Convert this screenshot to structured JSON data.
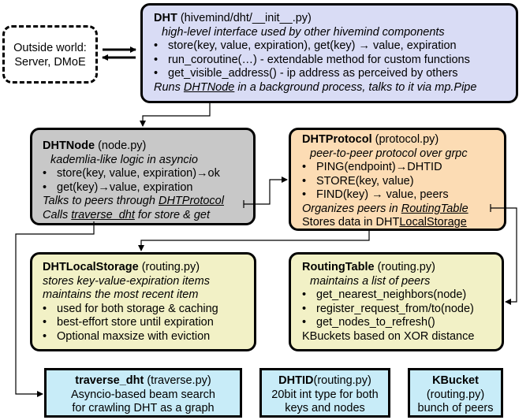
{
  "outside": {
    "line1": "Outside world:",
    "line2": "Server, DMoE"
  },
  "dht": {
    "title": "DHT",
    "file": " (hivemind/dht/__init__.py)",
    "desc": "high-level interface used by other hivemind components",
    "bullets": [
      "store(key, value, expiration), get(key) → value, expiration",
      "run_coroutine(…) - extendable method for custom functions",
      "get_visible_address() - ip address as perceived by others"
    ],
    "foot_pre": "Runs ",
    "foot_link": "DHTNode",
    "foot_post": " in a background process, talks to it via mp.Pipe"
  },
  "dhtnode": {
    "title": "DHTNode",
    "file": " (node.py)",
    "desc": "kademlia-like logic in asyncio",
    "bullets": [
      "store(key, value, expiration)→ok",
      "get(key)→value, expiration"
    ],
    "l1_pre": "Talks to peers through ",
    "l1_link": "DHTProtocol",
    "l2_pre": "Calls ",
    "l2_link": "traverse_dht",
    "l2_post": " for store & get"
  },
  "dhtprotocol": {
    "title": "DHTProtocol",
    "file": " (protocol.py)",
    "desc": "peer-to-peer protocol over grpc",
    "bullets": [
      "PING(endpoint)→DHTID",
      "STORE(key, value)",
      "FIND(key) → value, peers"
    ],
    "l1_pre": "Organizes peers in ",
    "l1_link": "RoutingTable",
    "l2_pre": "Stores data in DHT",
    "l2_link": "LocalStorage"
  },
  "localstorage": {
    "title": "DHTLocalStorage",
    "file": " (routing.py)",
    "desc1": "stores key-value-expiration items",
    "desc2": "maintains the most recent item",
    "bullets": [
      "used for both storage & caching",
      "best-effort store until expiration",
      "Optional maxsize with eviction"
    ]
  },
  "routingtable": {
    "title": "RoutingTable",
    "file": " (routing.py)",
    "desc": "maintains a list of peers",
    "bullets": [
      "get_nearest_neighbors(node)",
      "register_request_from/to(node)",
      "get_nodes_to_refresh()"
    ],
    "foot": "KBuckets based on XOR distance"
  },
  "traverse": {
    "title": "traverse_dht",
    "file": " (traverse.py)",
    "l1": "Asyncio-based beam search",
    "l2": "for crawling DHT as a graph"
  },
  "dhtid": {
    "title": "DHTID",
    "file": "(routing.py)",
    "l1": "20bit int type for both",
    "l2": "keys and nodes"
  },
  "kbucket": {
    "title": "KBucket",
    "l1": "(routing.py)",
    "l2": "bunch of peers"
  },
  "bullet_glyph": "•",
  "colors": {
    "dht_fill": "#d9dcf5",
    "dhtnode_fill": "#c8c8c8",
    "protocol_fill": "#fcdcb4",
    "storage_fill": "#f2f1c6",
    "leaf_fill": "#c8ecf8",
    "outside_fill": "#ffffff"
  }
}
